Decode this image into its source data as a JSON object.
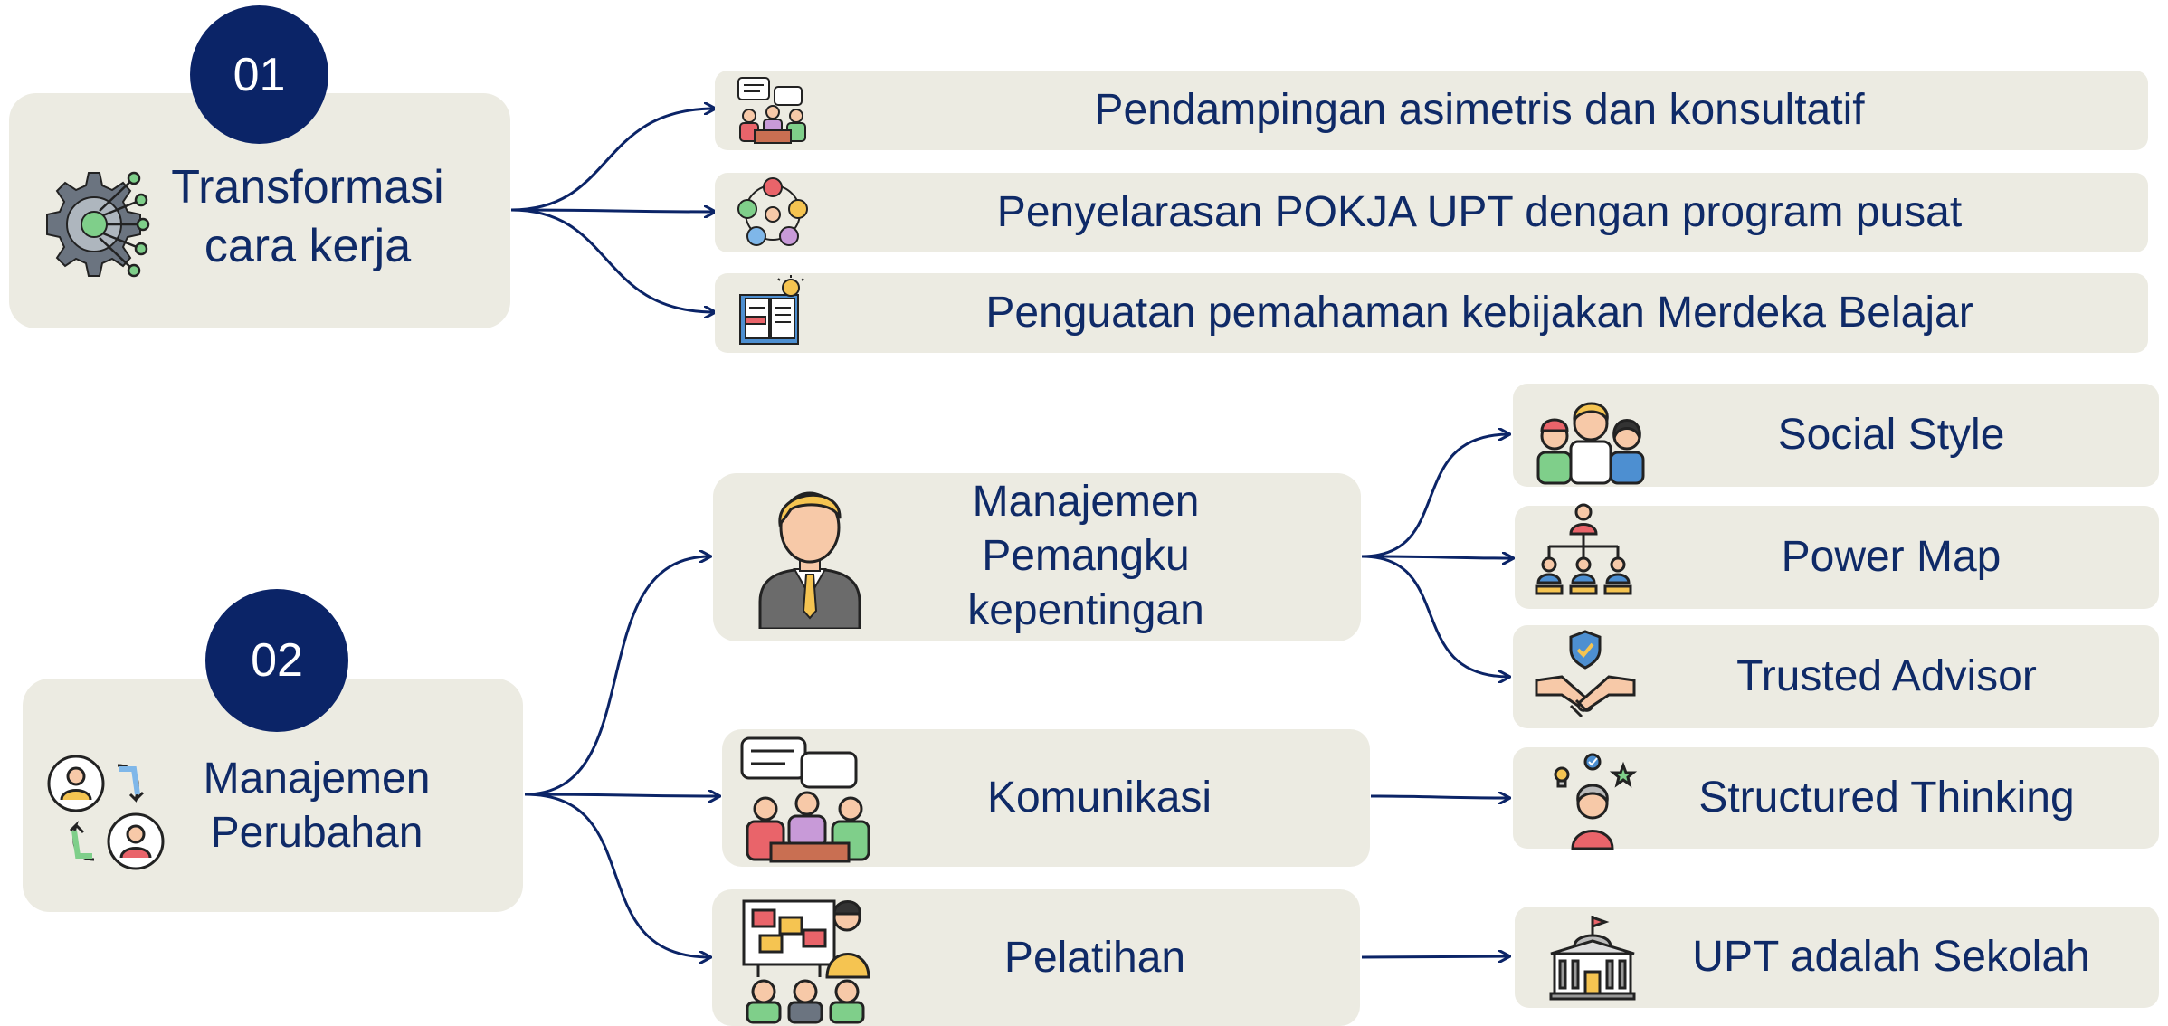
{
  "section1": {
    "number": "01",
    "title_line1": "Transformasi",
    "title_line2": "cara kerja",
    "items": [
      {
        "label": "Pendampingan asimetris dan konsultatif",
        "icon": "discussion-icon"
      },
      {
        "label": "Penyelarasan POKJA UPT dengan program pusat",
        "icon": "network-people-icon"
      },
      {
        "label": "Penguatan pemahaman kebijakan Merdeka Belajar",
        "icon": "book-idea-icon"
      }
    ]
  },
  "section2": {
    "number": "02",
    "title_line1": "Manajemen",
    "title_line2": "Perubahan",
    "stakeholder": {
      "line1": "Manajemen Pemangku",
      "line2": "kepentingan"
    },
    "komunikasi": "Komunikasi",
    "pelatihan": "Pelatihan",
    "stakeholder_children": [
      "Social Style",
      "Power Map",
      "Trusted Advisor"
    ],
    "komunikasi_child": "Structured Thinking",
    "pelatihan_child": "UPT adalah Sekolah"
  },
  "colors": {
    "navy": "#0b2467",
    "box": "#ecebe2",
    "text": "#0f2a67"
  }
}
